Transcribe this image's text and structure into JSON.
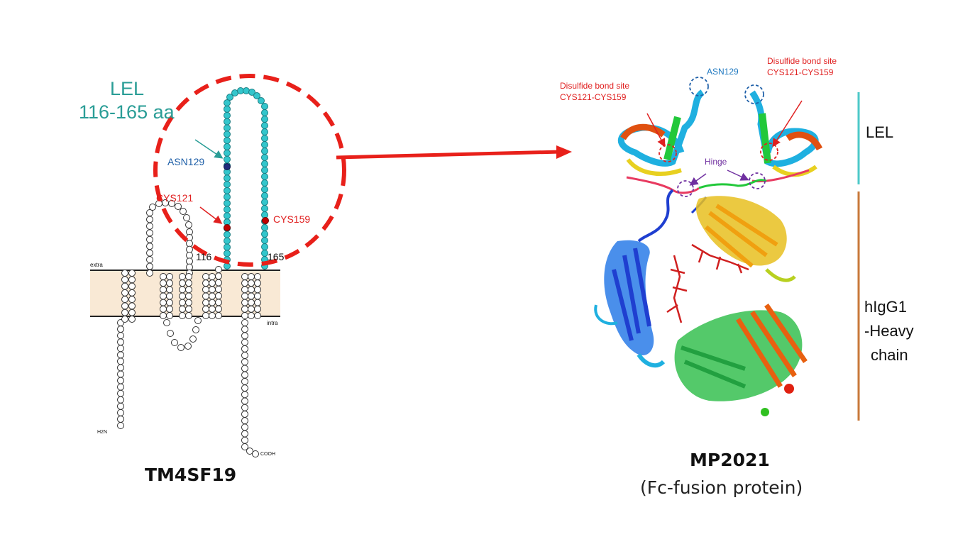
{
  "left_panel": {
    "lel_label": "LEL",
    "lel_range": "116-165 aa",
    "asn_label": "ASN129",
    "cys121_label": "CYS121",
    "cys159_label": "CYS159",
    "pos_start": "116",
    "pos_end": "165",
    "membrane_extra": "extra",
    "membrane_intra": "intra",
    "n_term": "H2N",
    "c_term": "COOH",
    "caption": "TM4SF19"
  },
  "right_panel": {
    "disulfide_left_line1": "Disulfide bond site",
    "disulfide_left_line2": "CYS121-CYS159",
    "asn_label": "ASN129",
    "disulfide_right_line1": "Disulfide bond site",
    "disulfide_right_line2": "CYS121-CYS159",
    "hinge_label": "Hinge",
    "domain_lel": "LEL",
    "domain_heavy_line1": "hIgG1",
    "domain_heavy_line2": "-Heavy",
    "domain_heavy_line3": "chain",
    "caption_title": "MP2021",
    "caption_sub": "(Fc-fusion protein)"
  },
  "colors": {
    "lel_teal": "#2a9d96",
    "residue_cyan": "#33c6cc",
    "cys_red": "#c00000",
    "asn_navy": "#1f2a7a",
    "annotation_red": "#e02020",
    "asn_blue": "#1e78c0",
    "hinge_purple": "#7030a0",
    "lel_bar": "#4dc9c9",
    "heavy_bar": "#c8783a",
    "membrane_fill": "#f9e9d5"
  },
  "icons": [
    "dashed-circle-highlight",
    "arrow-right",
    "protein-ribbon-structure"
  ]
}
